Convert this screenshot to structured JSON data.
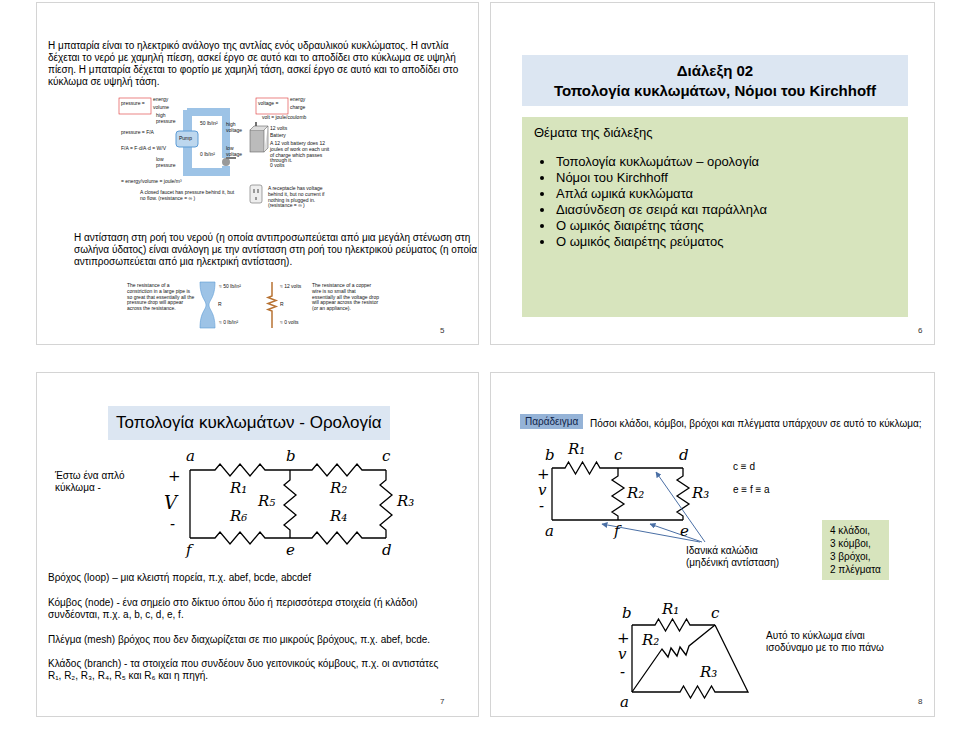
{
  "diagram": {
    "nodes": [
      {
        "text": [
          "Διάλεξη 02",
          "Τοπολογία κυκλωμάτων, Νόμοι του Kirchhoff"
        ]
      },
      {
        "text": [
          "Θέματα της διάλεξης",
          "Τοπολογία κυκλωμάτων – ορολογία",
          "Νόμοι του Kirchhoff",
          "Απλά ωμικά κυκλώματα",
          "Διασύνδεση σε σειρά και παράλληλα",
          "Ο ωμικός διαιρέτης τάσης",
          "Ο ωμικός διαιρέτης ρεύματος"
        ]
      },
      {
        "text": [
          "Τοπολογία κυκλωμάτων - Ορολογία"
        ]
      },
      {
        "text": [
          "Παράδειγμα"
        ]
      },
      {
        "text": [
          "4 κλάδοι,",
          "3 κόμβοι,",
          "3 βρόχοι,",
          "2 πλέγματα"
        ]
      }
    ],
    "labels": [
      "Η μπαταρία είναι το ηλεκτρικό ανάλογο της αντλίας ενός υδραυλικού κυκλώματος. Η αντλία δέχεται το νερό με χαμηλή πίεση, ασκεί έργο σε αυτό και το αποδίδει στο κύκλωμα σε υψηλή πίεση. Η μπαταρία δέχεται το φορτίο με χαμηλή τάση, ασκεί έργο σε αυτό και το αποδίδει στο κύκλωμα σε υψηλή τάση.",
      "pressure =",
      "energy",
      "volume",
      "high pressure",
      "50 lb/in²",
      "Pump",
      "0 lb/in²",
      "low pressure",
      "pressure = F/A",
      "F/A = F·d/A·d = W/V",
      "= energy/volume = joule/m³",
      "A closed faucet has pressure behind it, but no flow. (resistance = ∞ )",
      "voltage =",
      "energy",
      "charge",
      "volt = joule/coulomb",
      "high voltage",
      "12 volts",
      "Battery",
      "A 12 volt battery does 12 joules of work on each unit of charge which passes through it.",
      "0 volts",
      "low voltage",
      "A receptacle has voltage behind it, but no current if nothing is plugged in. (resistance = ∞ )",
      "Η αντίσταση στη ροή του νερού (η οποία αντιπροσωπεύεται από μια μεγάλη στένωση στη σωλήνα ύδατος) είναι ανάλογη με την αντίσταση στη ροή του ηλεκτρικού ρεύματος (η οποία αντιπροσωπεύεται από μια ηλεκτρική αντίσταση).",
      "The resistance of a constriction in a large pipe is so great that essentially all the pressure drop will appear across the resistance.",
      "≈ 50 lb/in²",
      "R",
      "≈ 0 lb/in²",
      "≈ 12 volts",
      "R",
      "≈ 0 volts",
      "The resistance of a copper wire is so small that essentially all the voltage drop will appear across the resistor (or an appliance).",
      "5",
      "6",
      "Έστω ένα απλό κύκλωμα -",
      "a",
      "b",
      "c",
      "+",
      "V",
      "-",
      "R₁",
      "R₅",
      "R₂",
      "R₆",
      "R₄",
      "R₃",
      "f",
      "e",
      "d",
      "Βρόχος (loop) – μια κλειστή πορεία, π.χ. abef, bcde, abcdef",
      "Κόμβος (node) - ένα σημείο στο δίκτυο όπου δύο ή περισσότερα στοιχεία (ή κλάδοι) συνδέονται, π.χ. a, b, c, d, e, f.",
      "Πλέγμα (mesh) βρόχος που δεν διαχωρίζεται σε πιο μικρούς βρόχους, π.χ. abef, bcde.",
      "Κλάδος (branch) - τα στοιχεία που συνδέουν δυο γειτονικούς κόμβους, π.χ. οι αντιστάτες R₁, R₂, R₃, R₄, R₅ και R₆ και η πηγή.",
      "7",
      "Πόσοι κλάδοι, κόμβοι, βρόχοι και πλέγματα υπάρχουν σε αυτό το κύκλωμα;",
      "b",
      "R₁",
      "c",
      "d",
      "c ≡ d",
      "+",
      "v",
      "-",
      "R₂",
      "R₃",
      "e ≡ f ≡ a",
      "a",
      "f",
      "e",
      "Ιδανικά καλώδια (μηδένική αντίσταση)",
      "b",
      "R₁",
      "c",
      "+",
      "v",
      "R₂",
      "-",
      "R₃",
      "a",
      "Αυτό το κύκλωμα είναι ισοδύναμο με το πιο πάνω",
      "8"
    ]
  }
}
